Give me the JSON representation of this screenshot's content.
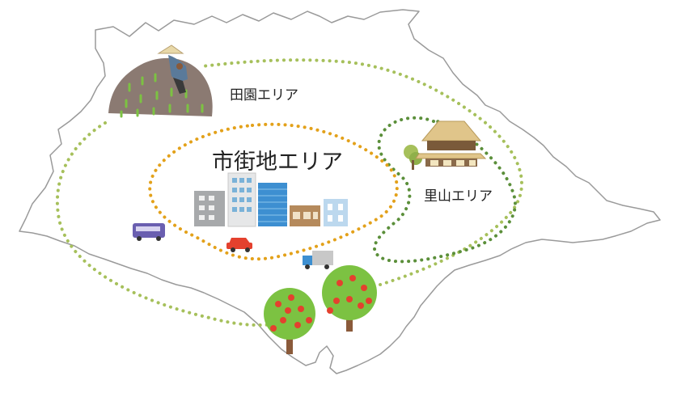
{
  "map": {
    "zones": {
      "urban": {
        "label": "市街地エリア",
        "color": "#e3a11a"
      },
      "rural": {
        "label": "田園エリア",
        "color": "#a6c05b"
      },
      "satoyama": {
        "label": "里山エリア",
        "color": "#5b8f3a"
      }
    },
    "illustrations": {
      "farmer": "farmer-in-field-icon",
      "buildings": "city-buildings-icon",
      "bus": "bus-icon",
      "car": "car-icon",
      "truck": "truck-icon",
      "house": "traditional-house-icon",
      "trees": "apple-tree-icon"
    },
    "colors": {
      "border": "#9a9a9a",
      "apple": "#e4412e",
      "tree": "#7cc242"
    }
  }
}
